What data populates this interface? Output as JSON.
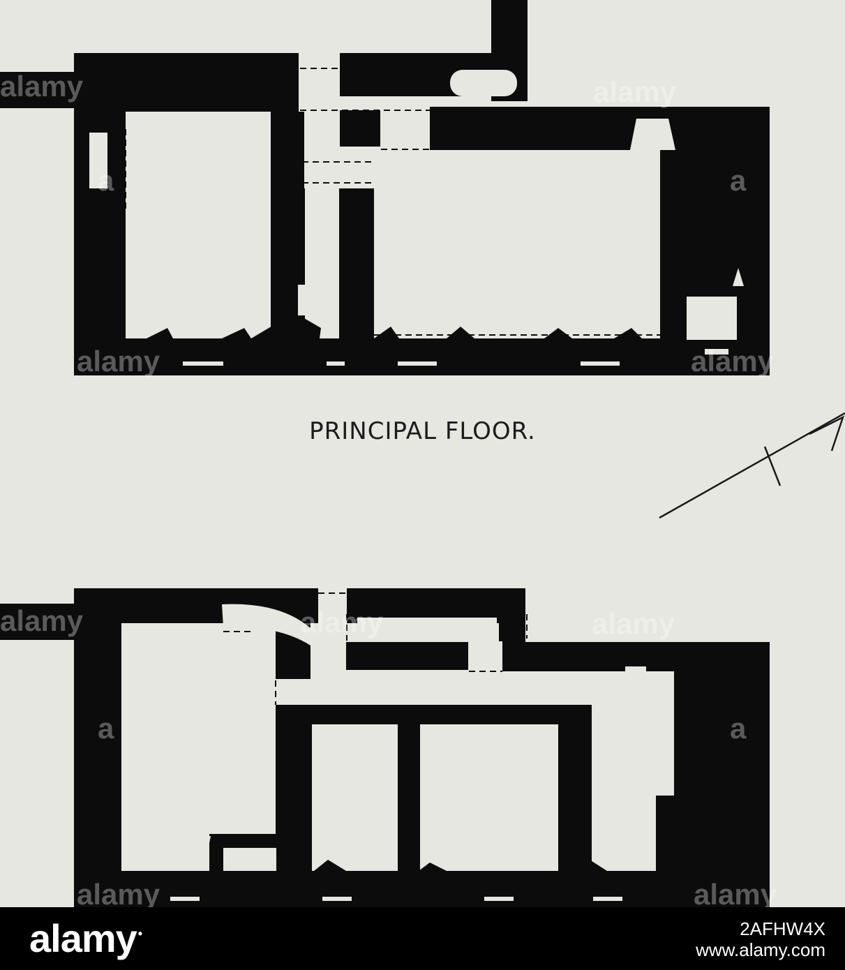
{
  "plan": {
    "upper_label": "PRINCIPAL FLOOR.",
    "lower_label": ""
  },
  "colors": {
    "paper": "#e7e7e1",
    "ink": "#0c0c0c",
    "footer": "#000000",
    "footer_text": "#ffffff"
  },
  "footer": {
    "logo": "alamy",
    "image_id": "2AFHW4X",
    "url": "www.alamy.com"
  },
  "watermark": {
    "text": "alamy",
    "letter": "a"
  }
}
